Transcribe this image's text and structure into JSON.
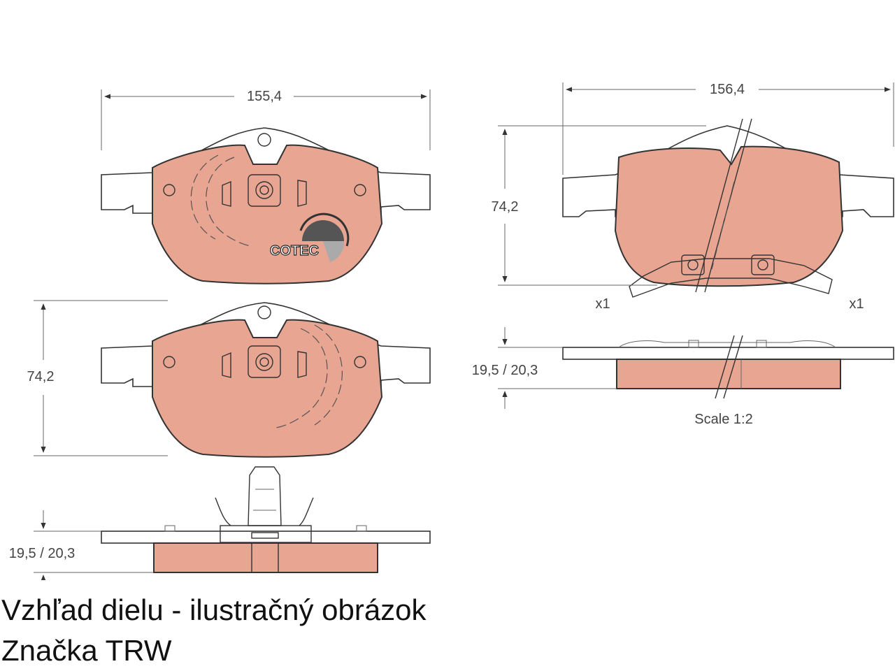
{
  "colors": {
    "friction": "#e8a592",
    "outline": "#333333",
    "background": "#ffffff"
  },
  "dimensions": {
    "pad_a_width": "155,4",
    "pad_b_width": "156,4",
    "pad_a_height": "74,2",
    "pad_b_height": "74,2",
    "pad_a_thickness": "19,5 / 20,3",
    "pad_b_thickness": "19,5 / 20,3"
  },
  "quantity_left": "x1",
  "quantity_right": "x1",
  "scale": "Scale 1:2",
  "logo_text": "COTEC",
  "caption": {
    "line1": "Vzhľad dielu - ilustračný obrázok",
    "line2": "Značka TRW"
  }
}
